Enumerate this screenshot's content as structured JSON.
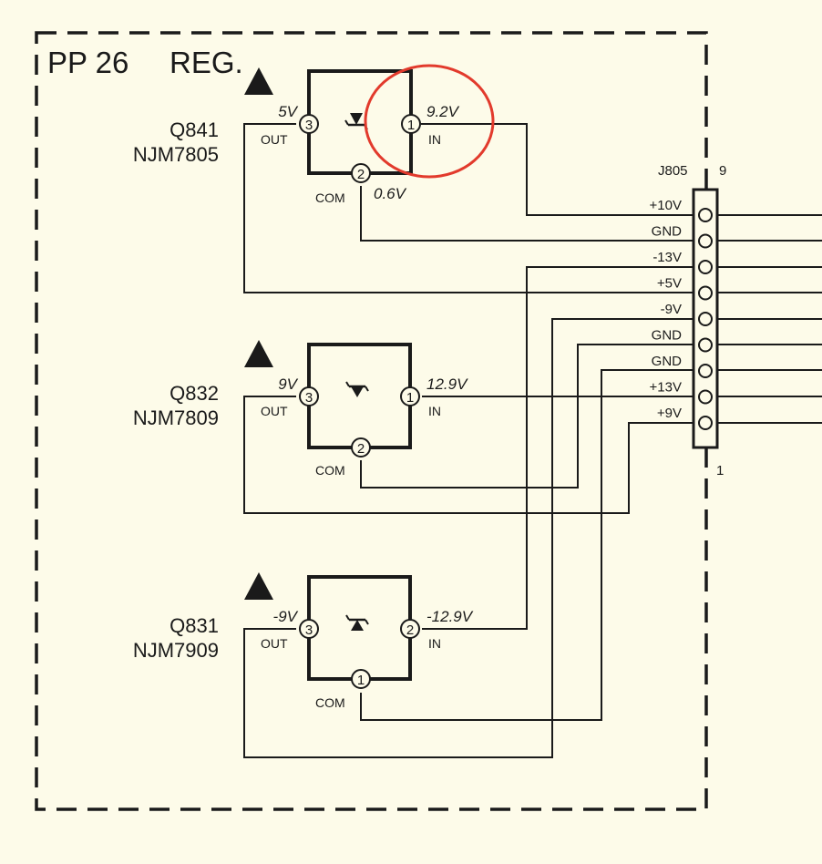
{
  "block": {
    "name": "PP 26",
    "function": "REG."
  },
  "regulators": [
    {
      "ref": "Q841",
      "part": "NJM7805",
      "out_label": "OUT",
      "in_label": "IN",
      "com_label": "COM",
      "out_pin": "3",
      "in_pin": "1",
      "com_pin": "2",
      "out_voltage": "5V",
      "in_voltage": "9.2V",
      "com_voltage": "0.6V"
    },
    {
      "ref": "Q832",
      "part": "NJM7809",
      "out_label": "OUT",
      "in_label": "IN",
      "com_label": "COM",
      "out_pin": "3",
      "in_pin": "1",
      "com_pin": "2",
      "out_voltage": "9V",
      "in_voltage": "12.9V",
      "com_voltage": ""
    },
    {
      "ref": "Q831",
      "part": "NJM7909",
      "out_label": "OUT",
      "in_label": "IN",
      "com_label": "COM",
      "out_pin": "3",
      "in_pin": "2",
      "com_pin": "1",
      "out_voltage": "-9V",
      "in_voltage": "-12.9V",
      "com_voltage": ""
    }
  ],
  "connector": {
    "ref": "J805",
    "pin_top": "9",
    "pin_bottom": "1",
    "pins": [
      "+10V",
      "GND",
      "-13V",
      "+5V",
      "-9V",
      "GND",
      "GND",
      "+13V",
      "+9V"
    ]
  },
  "annotation": {
    "shape": "circle",
    "color": "#e23a2c",
    "target": "Q841 IN 9.2V"
  },
  "colors": {
    "ink": "#1a1a1a",
    "paper": "#fdfbe9"
  }
}
